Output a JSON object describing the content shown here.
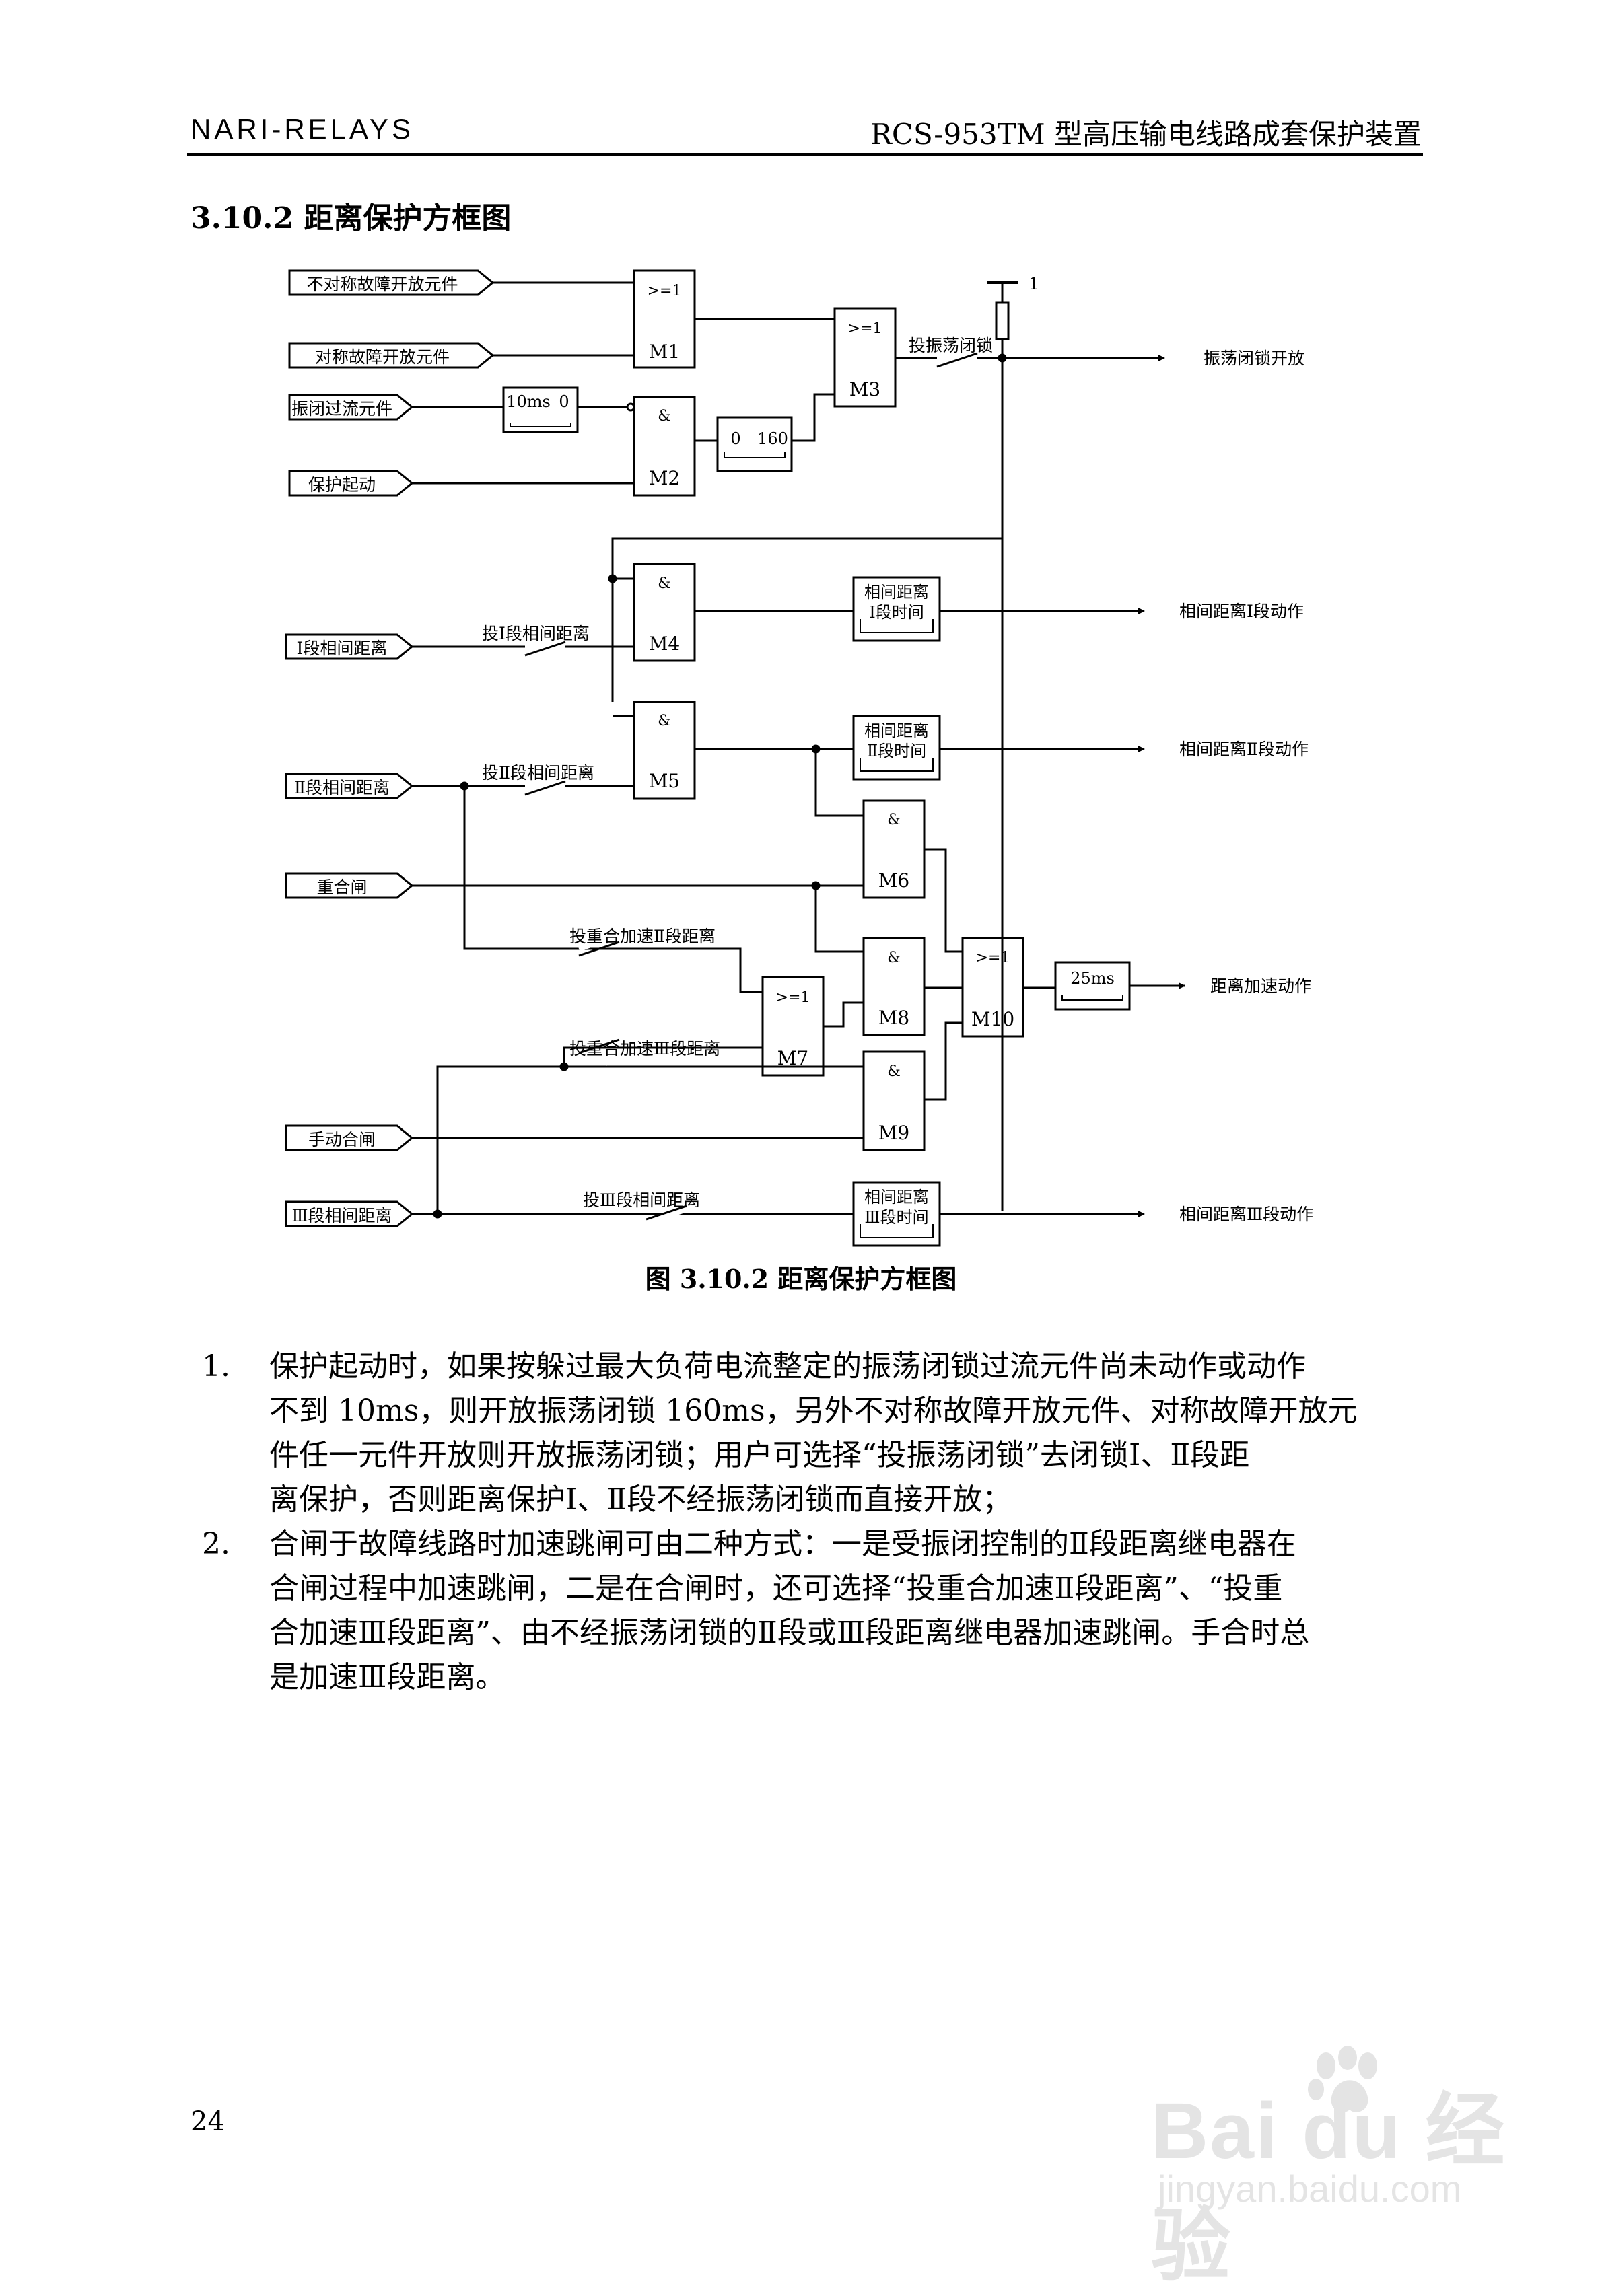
{
  "header": {
    "left": "NARI-RELAYS",
    "right": "RCS-953TM 型高压输电线路成套保护装置"
  },
  "section_title": "3.10.2 距离保护方框图",
  "diagram": {
    "inputs": {
      "asym": "不对称故障开放元件",
      "sym": "对称故障开放元件",
      "osc_oc": "振闭过流元件",
      "prot_start": "保护起动",
      "z1": "Ⅰ段相间距离",
      "z2": "Ⅱ段相间距离",
      "reclose": "重合闸",
      "manual": "手动合闸",
      "z3": "Ⅲ段相间距离"
    },
    "gates": {
      "m1": "M1",
      "m2": "M2",
      "m3": "M3",
      "m4": "M4",
      "m5": "M5",
      "m6": "M6",
      "m7": "M7",
      "m8": "M8",
      "m9": "M9",
      "m10": "M10",
      "or_sym": ">=1",
      "and_sym": "&"
    },
    "timers": {
      "t10_a": "10ms",
      "t10_b": "0",
      "t160_a": "0",
      "t160_b": "160",
      "t25": "25ms"
    },
    "delays": {
      "d1_top": "相间距离",
      "d1_bot": "Ⅰ段时间",
      "d2_top": "相间距离",
      "d2_bot": "Ⅱ段时间",
      "d3_top": "相间距离",
      "d3_bot": "Ⅲ段时间"
    },
    "switches": {
      "osc_block": "投振荡闭锁",
      "z1_en": "投Ⅰ段相间距离",
      "z2_en": "投Ⅱ段相间距离",
      "acc_z2": "投重合加速Ⅱ段距离",
      "acc_z3": "投重合加速Ⅲ段距离",
      "z3_en": "投Ⅲ段相间距离"
    },
    "supply": "1",
    "outputs": {
      "osc_open": "振荡闭锁开放",
      "z1_trip": "相间距离Ⅰ段动作",
      "z2_trip": "相间距离Ⅱ段动作",
      "acc_trip": "距离加速动作",
      "z3_trip": "相间距离Ⅲ段动作"
    }
  },
  "caption": "图 3.10.2   距离保护方框图",
  "items": [
    {
      "num": "1.",
      "lines": [
        "保护起动时，如果按躲过最大负荷电流整定的振荡闭锁过流元件尚未动作或动作",
        "不到 10ms，则开放振荡闭锁 160ms，另外不对称故障开放元件、对称故障开放元",
        "件任一元件开放则开放振荡闭锁；用户可选择“投振荡闭锁”去闭锁Ⅰ、Ⅱ段距",
        "离保护，否则距离保护Ⅰ、Ⅱ段不经振荡闭锁而直接开放；"
      ]
    },
    {
      "num": "2.",
      "lines": [
        "合闸于故障线路时加速跳闸可由二种方式：一是受振闭控制的Ⅱ段距离继电器在",
        "合闸过程中加速跳闸，二是在合闸时，还可选择“投重合加速Ⅱ段距离”、“投重",
        "合加速Ⅲ段距离”、由不经振荡闭锁的Ⅱ段或Ⅲ段距离继电器加速跳闸。手合时总",
        "是加速Ⅲ段距离。"
      ]
    }
  ],
  "page_number": "24",
  "watermark": {
    "brand": "Bai du 经验",
    "site": "jingyan.baidu.com"
  }
}
